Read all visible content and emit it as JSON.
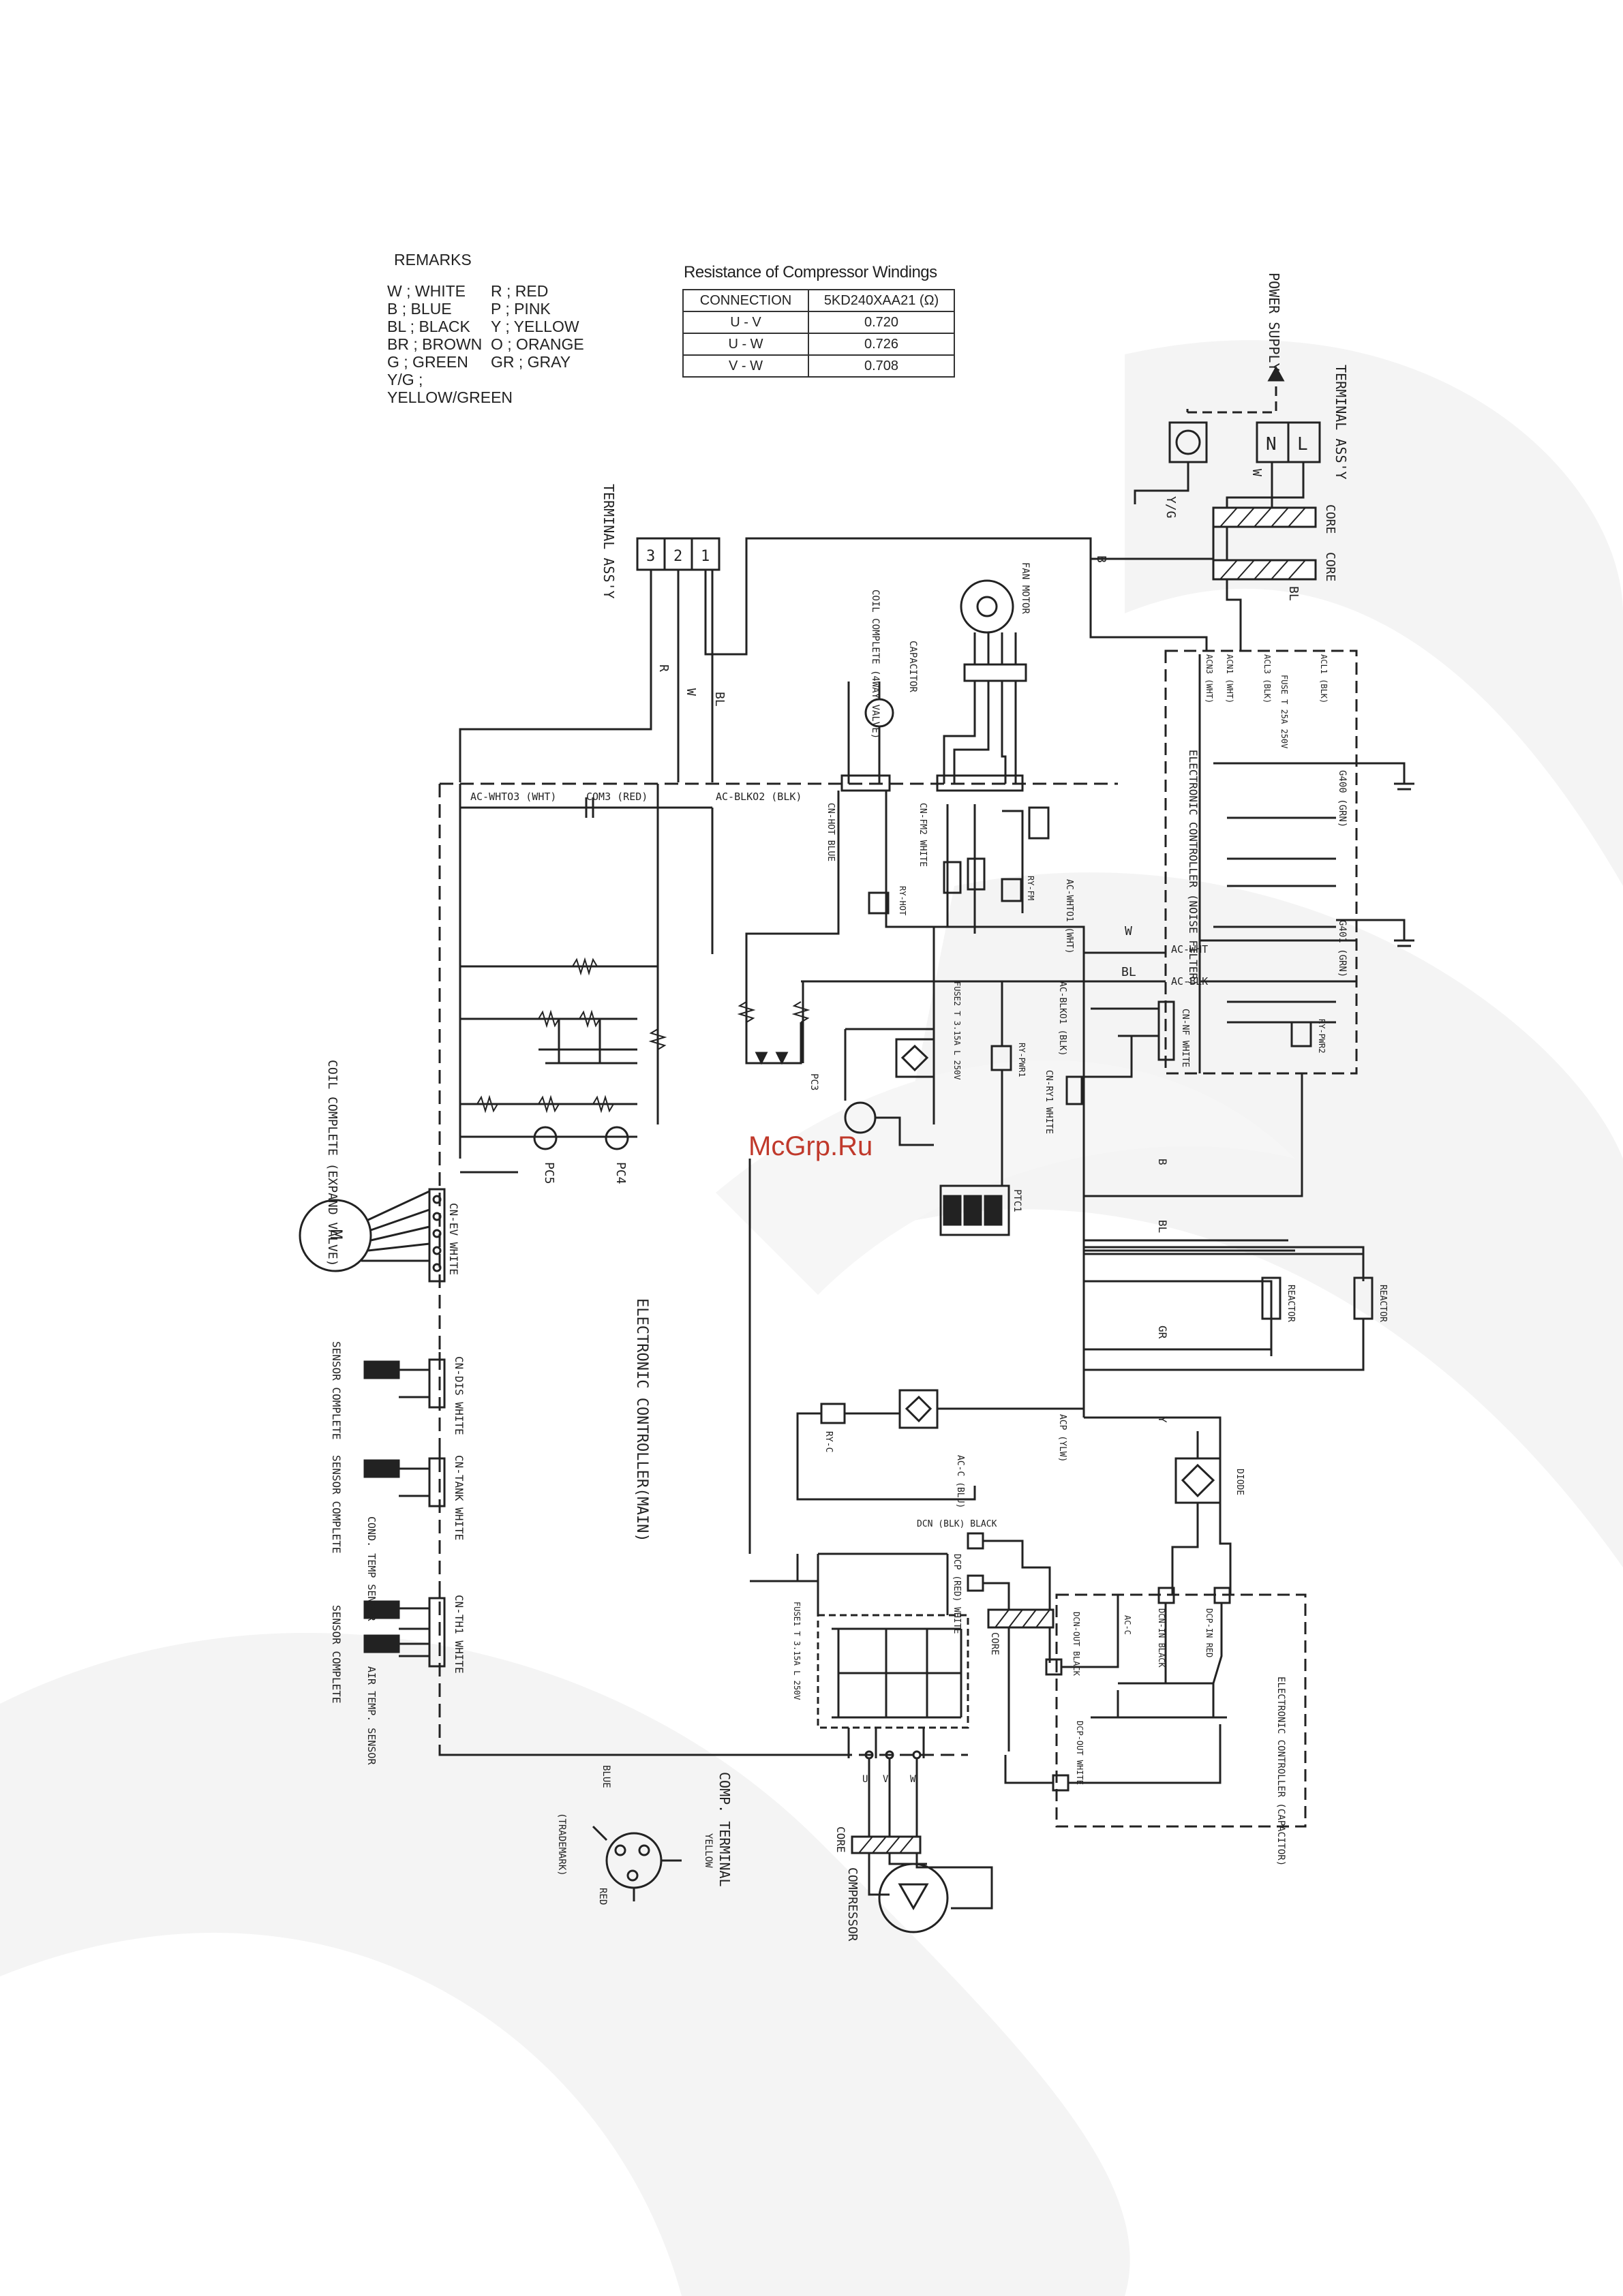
{
  "remarks": {
    "title": "REMARKS",
    "rows": [
      [
        "W ; WHITE",
        "R ; RED"
      ],
      [
        "B ; BLUE",
        "P ; PINK"
      ],
      [
        "BL ; BLACK",
        "Y ; YELLOW"
      ],
      [
        "BR ; BROWN",
        "O ; ORANGE"
      ],
      [
        "G ; GREEN",
        "GR ; GRAY"
      ],
      [
        "Y/G ; YELLOW/GREEN",
        ""
      ]
    ]
  },
  "resistance": {
    "title": "Resistance of Compressor Windings",
    "headers": [
      "CONNECTION",
      "5KD240XAA21 (Ω)"
    ],
    "rows": [
      [
        "U - V",
        "0.720"
      ],
      [
        "U - W",
        "0.726"
      ],
      [
        "V - W",
        "0.708"
      ]
    ]
  },
  "labels": {
    "power_supply": "POWER SUPPLY",
    "terminal_top": "TERMINAL ASS'Y",
    "terminal_left": "TERMINAL ASS'Y",
    "core_a": "CORE",
    "core_b": "CORE",
    "noise_filter": "ELECTRONIC CONTROLLER (NOISE FILTER)",
    "main_controller": "ELECTRONIC CONTROLLER(MAIN)",
    "capacitor_ctrl": "ELECTRONIC CONTROLLER (CAPACITOR)",
    "fan_motor": "FAN MOTOR",
    "capacitor": "CAPACITOR",
    "coil_4way": "COIL COMPLETE (4WAY VALVE)",
    "coil_expand": "COIL COMPLETE (EXPAND VALVE)",
    "reactor_a": "REACTOR",
    "reactor_b": "REACTOR",
    "diode": "DIODE",
    "compressor": "COMPRESSOR",
    "core_comp": "CORE",
    "core_mid": "CORE",
    "comp_terminal": "COMP. TERMINAL",
    "trademark": "(TRADEMARK)",
    "blue": "BLUE",
    "yellow": "YELLOW",
    "red": "RED",
    "sensor_dis": "SENSOR COMPLETE",
    "sensor_tank": "SENSOR COMPLETE",
    "sensor_th": "SENSOR COMPLETE",
    "cond_temp": "COND. TEMP SENSOR",
    "air_temp": "AIR TEMP. SENSOR",
    "cn_ev": "CN-EV WHITE",
    "cn_dis": "CN-DIS WHITE",
    "cn_tank": "CN-TANK WHITE",
    "cn_th1": "CN-TH1 WHITE",
    "cn_nf": "CN-NF WHITE",
    "cn_fm2": "CN-FM2 WHITE",
    "cn_hot": "CN-HOT BLUE",
    "cn_ry1": "CN-RY1 WHITE",
    "ac_whto3": "AC-WHTO3 (WHT)",
    "com3": "COM3 (RED)",
    "ac_blko2": "AC-BLKO2 (BLK)",
    "ac_wht": "AC-WHT",
    "ac_blk": "AC-BLK",
    "ac_whto1": "AC-WHTO1 (WHT)",
    "ac_blko1": "AC-BLKO1 (BLK)",
    "acl1": "ACL1 (BLK)",
    "acn1": "ACN1 (WHT)",
    "acl3": "ACL3 (BLK)",
    "acn3": "ACN3 (WHT)",
    "g400": "G400 (GRN)",
    "g401": "G401 (GRN)",
    "ry_pwr2": "RY-PWR2",
    "ry_pwr1": "RY-PWR1",
    "ry_hot": "RY-HOT",
    "ry_fm": "RY-FM",
    "ry_c": "RY-C",
    "acp": "ACP (YLW)",
    "acc": "AC-C (BLU)",
    "dcn": "DCN (BLK) BLACK",
    "dcp": "DCP (RED) WHITE",
    "dcn_out": "DCN-OUT BLACK",
    "dcn_in": "DCN-IN BLACK",
    "dcp_in": "DCP-IN RED",
    "dcp_out": "DCP-OUT WHITE",
    "ac_c": "AC-C",
    "pc4": "PC4",
    "pc5": "PC5",
    "pc3": "PC3",
    "ptc": "PTC1",
    "fuse1": "FUSE1 T 3.15A L 250V",
    "fuse2": "FUSE2 T 3.15A L 250V",
    "fuse_nf": "FUSE T 25A 250V",
    "wire_w": "W",
    "wire_bl": "BL",
    "wire_b": "B",
    "wire_gr": "GR",
    "wire_y": "Y",
    "wire_r": "R",
    "wire_yg": "Y/G",
    "term_n": "N",
    "term_l": "L",
    "term_1": "1",
    "term_2": "2",
    "term_3": "3",
    "motor_m": "M",
    "phase_u": "U",
    "phase_v": "V",
    "phase_w": "W",
    "watermark": "McGrp.Ru"
  },
  "colors": {
    "ink": "#222222",
    "watermark_swirl": "#f3f3f3",
    "watermark_text": "#c0392b"
  }
}
